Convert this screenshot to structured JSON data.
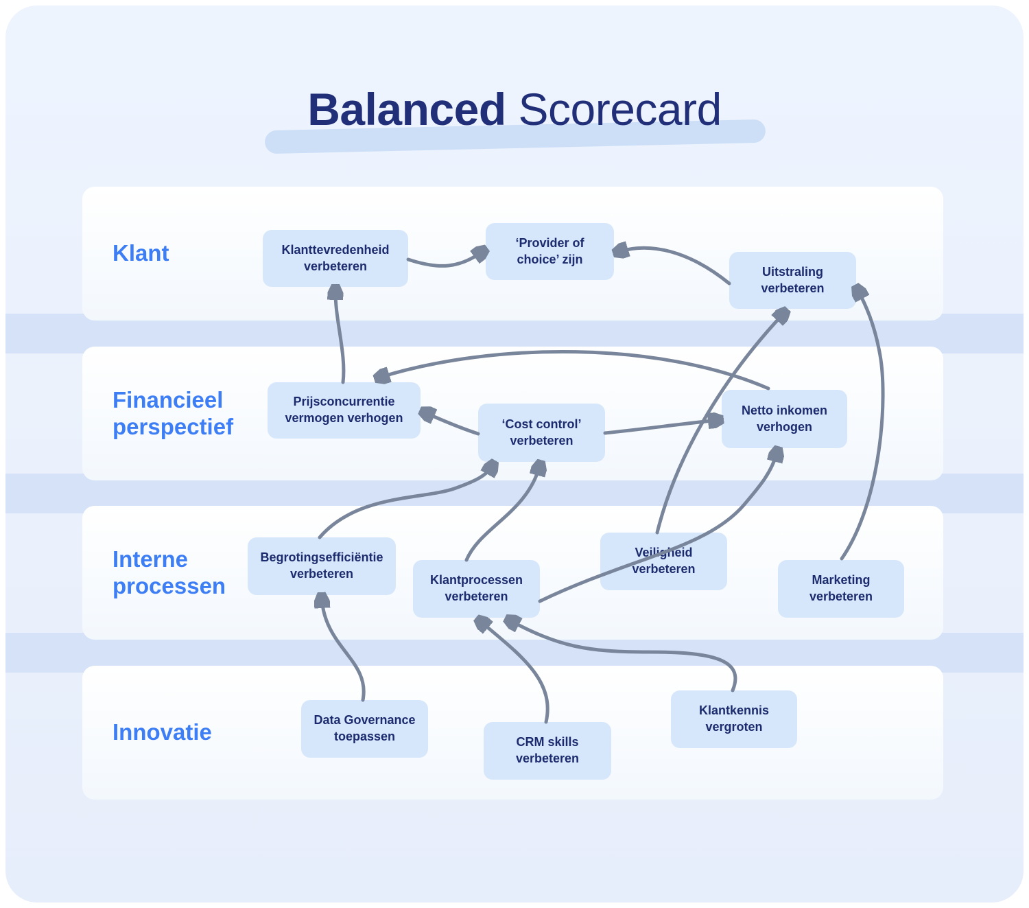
{
  "title": {
    "word_bold": "Balanced",
    "word_regular": "Scorecard"
  },
  "colors": {
    "title_navy": "#212e78",
    "row_label_blue": "#3e7ef5",
    "node_background": "#d7e7fb",
    "node_text_navy": "#1c2b6d",
    "arrow_gray": "#79859A",
    "card_background": "#eaf1fc",
    "gap_band": "#d5e2f7",
    "row_background": "#ffffff",
    "title_underline": "#cddff7"
  },
  "rows": [
    {
      "id": "klant",
      "label": "Klant"
    },
    {
      "id": "financieel",
      "label": "Financieel\nperspectief"
    },
    {
      "id": "interne",
      "label": "Interne\nprocessen"
    },
    {
      "id": "innovatie",
      "label": "Innovatie"
    }
  ],
  "boxes": {
    "klanttevredenheid": {
      "row": "klant",
      "label": "Klanttevredenheid\nverbeteren"
    },
    "provider": {
      "row": "klant",
      "label": "‘Provider of\nchoice’ zijn"
    },
    "uitstraling": {
      "row": "klant",
      "label": "Uitstraling\nverbeteren"
    },
    "prijsconcurrentie": {
      "row": "financieel",
      "label": "Prijsconcurrentie\nvermogen verhogen"
    },
    "costcontrol": {
      "row": "financieel",
      "label": "‘Cost control’\nverbeteren"
    },
    "netto": {
      "row": "financieel",
      "label": "Netto inkomen\nverhogen"
    },
    "begrotings": {
      "row": "interne",
      "label": "Begrotingsefficiëntie\nverbeteren"
    },
    "klantprocessen": {
      "row": "interne",
      "label": "Klantprocessen\nverbeteren"
    },
    "veiligheid": {
      "row": "interne",
      "label": "Veiligheid\nverbeteren"
    },
    "marketing": {
      "row": "interne",
      "label": "Marketing\nverbeteren"
    },
    "datagovernance": {
      "row": "innovatie",
      "label": "Data Governance\ntoepassen"
    },
    "crmskills": {
      "row": "innovatie",
      "label": "CRM skills\nverbeteren"
    },
    "klantkennis": {
      "row": "innovatie",
      "label": "Klantkennis\nvergroten"
    }
  },
  "connections": [
    {
      "from": "klanttevredenheid",
      "to": "provider"
    },
    {
      "from": "uitstraling",
      "to": "provider"
    },
    {
      "from": "prijsconcurrentie",
      "to": "klanttevredenheid"
    },
    {
      "from": "netto",
      "to": "prijsconcurrentie"
    },
    {
      "from": "costcontrol",
      "to": "prijsconcurrentie"
    },
    {
      "from": "costcontrol",
      "to": "netto"
    },
    {
      "from": "begrotings",
      "to": "costcontrol"
    },
    {
      "from": "klantprocessen",
      "to": "costcontrol"
    },
    {
      "from": "klantprocessen",
      "to": "netto"
    },
    {
      "from": "veiligheid",
      "to": "uitstraling"
    },
    {
      "from": "marketing",
      "to": "uitstraling"
    },
    {
      "from": "datagovernance",
      "to": "begrotings"
    },
    {
      "from": "crmskills",
      "to": "klantprocessen"
    },
    {
      "from": "klantkennis",
      "to": "klantprocessen"
    }
  ]
}
